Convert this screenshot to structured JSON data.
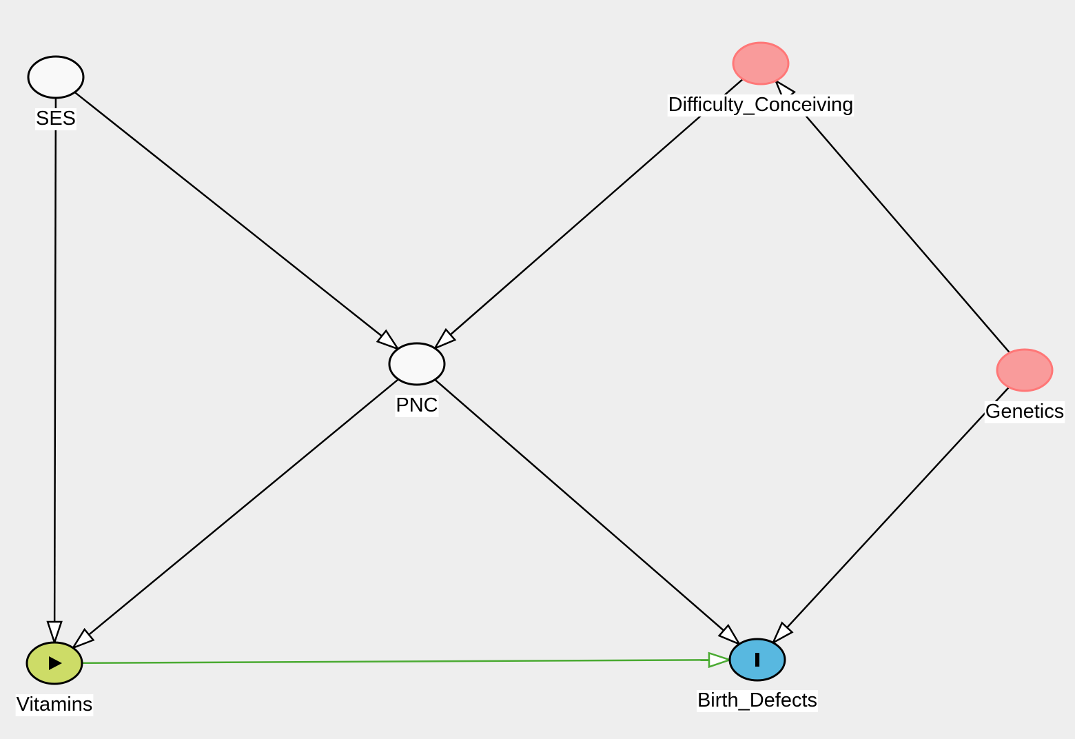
{
  "nodes": [
    {
      "id": "SES",
      "label": "SES",
      "role": "other",
      "fill": "#f9f9f9",
      "stroke": "#000000"
    },
    {
      "id": "Difficulty_Conceiving",
      "label": "Difficulty_Conceiving",
      "role": "unobserved-ancestor",
      "fill": "#f99b9b",
      "stroke": "#ff7777"
    },
    {
      "id": "PNC",
      "label": "PNC",
      "role": "other",
      "fill": "#f9f9f9",
      "stroke": "#000000"
    },
    {
      "id": "Genetics",
      "label": "Genetics",
      "role": "unobserved-ancestor",
      "fill": "#f99b9b",
      "stroke": "#ff7777"
    },
    {
      "id": "Vitamins",
      "label": "Vitamins",
      "role": "exposure",
      "fill": "#cddc67",
      "stroke": "#000000",
      "icon": "play-icon"
    },
    {
      "id": "Birth_Defects",
      "label": "Birth_Defects",
      "role": "outcome",
      "fill": "#58b8e0",
      "stroke": "#000000",
      "icon": "bar-icon"
    }
  ],
  "edges": [
    {
      "from": "SES",
      "to": "PNC",
      "color": "#000000"
    },
    {
      "from": "SES",
      "to": "Vitamins",
      "color": "#000000"
    },
    {
      "from": "Difficulty_Conceiving",
      "to": "PNC",
      "color": "#000000"
    },
    {
      "from": "Genetics",
      "to": "Difficulty_Conceiving",
      "color": "#000000"
    },
    {
      "from": "Genetics",
      "to": "Birth_Defects",
      "color": "#000000"
    },
    {
      "from": "PNC",
      "to": "Vitamins",
      "color": "#000000"
    },
    {
      "from": "PNC",
      "to": "Birth_Defects",
      "color": "#000000"
    },
    {
      "from": "Vitamins",
      "to": "Birth_Defects",
      "color": "#4aaa32"
    }
  ]
}
